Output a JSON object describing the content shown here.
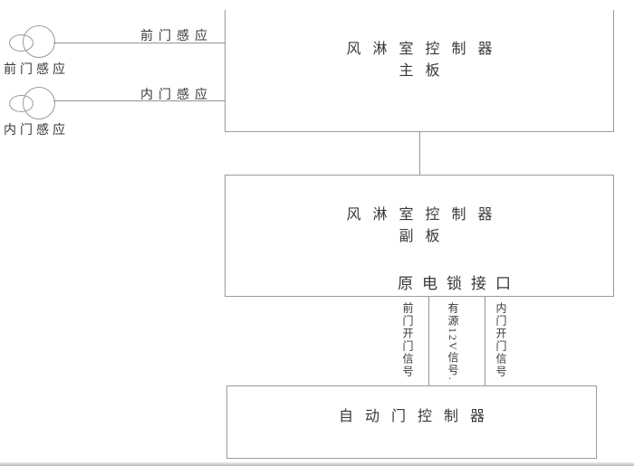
{
  "sensors": [
    {
      "label": "前门感应",
      "wire_label": "前门感应"
    },
    {
      "label": "内门感应",
      "wire_label": "内门感应"
    }
  ],
  "main_board": {
    "line1": "风淋室控制器",
    "line2": "主板"
  },
  "sub_board": {
    "line1": "风淋室控制器",
    "line2": "副板",
    "port": "原电锁接口"
  },
  "door_controller": {
    "line1": "自动门控制器"
  },
  "signals": [
    "前门开门信号",
    "有源12V信号.",
    "内门开门信号"
  ],
  "colors": {
    "wire": "#949494",
    "border": "#9b9b9b",
    "text": "#383838"
  }
}
